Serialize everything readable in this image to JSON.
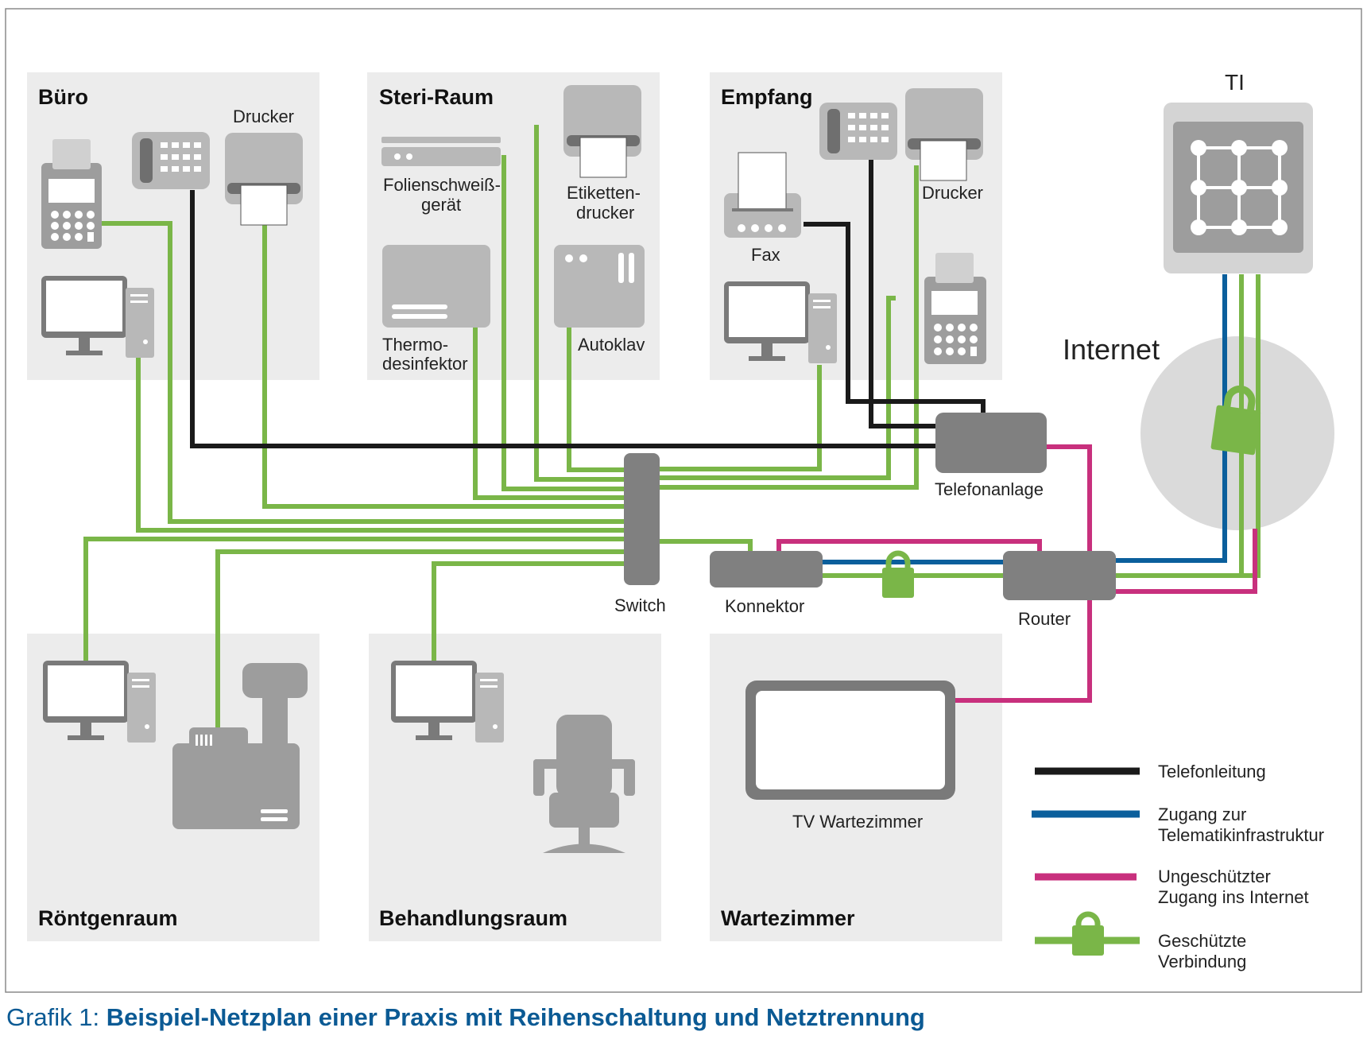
{
  "rooms": {
    "buero": "Büro",
    "steri": "Steri-Raum",
    "empfang": "Empfang",
    "roentgen": "Röntgenraum",
    "behandlung": "Behandlungsraum",
    "warte": "Wartezimmer"
  },
  "devices": {
    "drucker": "Drucker",
    "folien_1": "Folienschweiß-",
    "folien_2": "gerät",
    "etiketten_1": "Etiketten-",
    "etiketten_2": "drucker",
    "thermo_1": "Thermo-",
    "thermo_2": "desinfektor",
    "autoklav": "Autoklav",
    "fax": "Fax",
    "drucker_empfang": "Drucker",
    "telefonanlage": "Telefonanlage",
    "switch": "Switch",
    "konnektor": "Konnektor",
    "router": "Router",
    "tv": "TV Wartezimmer",
    "ti": "TI",
    "internet": "Internet"
  },
  "legend": {
    "telefon": "Telefonleitung",
    "ti_1": "Zugang zur",
    "ti_2": "Telematikinfrastruktur",
    "inet_1": "Ungeschützter",
    "inet_2": "Zugang ins Internet",
    "secure_1": "Geschützte",
    "secure_2": "Verbindung"
  },
  "caption": {
    "prefix": "Grafik 1: ",
    "title": "Beispiel-Netzplan einer Praxis mit Reihenschaltung und Netztrennung"
  },
  "colors": {
    "telefon": "#1a1a1a",
    "ti": "#0b5f9c",
    "internet": "#c8307d",
    "secure": "#7ab648",
    "device": "#9d9d9d",
    "room": "#ececec"
  }
}
